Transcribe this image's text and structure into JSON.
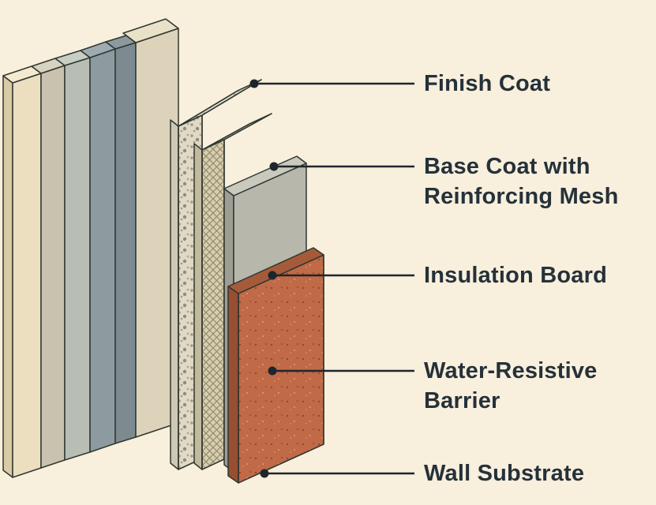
{
  "figure": {
    "type": "exploded-wall-assembly-diagram",
    "labels": {
      "finish_coat": "Finish Coat",
      "base_coat_line1": "Base Coat with",
      "base_coat_line2": "Reinforcing Mesh",
      "insulation_board": "Insulation Board",
      "wrb_line1": "Water-Resistive",
      "wrb_line2": "Barrier",
      "wall_substrate": "Wall Substrate"
    }
  },
  "layers": [
    {
      "name": "substrate-slab-1",
      "color": "#ecdfc0"
    },
    {
      "name": "substrate-slab-2",
      "color": "#c9c2ae"
    },
    {
      "name": "substrate-slab-3",
      "color": "#b9beb4"
    },
    {
      "name": "substrate-slab-4",
      "color": "#8d9aa0"
    },
    {
      "name": "substrate-slab-5",
      "color": "#7d8a8f"
    },
    {
      "name": "substrate-slab-6",
      "color": "#dcd3ba"
    },
    {
      "name": "finish-base-coat-stipple",
      "color": "#e0d9c6"
    },
    {
      "name": "reinforcing-mesh",
      "color": "#d6cdb2"
    },
    {
      "name": "insulation-board-panel",
      "color": "#b8b7ac"
    },
    {
      "name": "water-resistive-barrier-panel",
      "color": "#c06a47"
    }
  ],
  "colors": {
    "background": "#f8efdc",
    "text": "#25313a",
    "leader": "#1d262d",
    "outline": "#2f3730"
  }
}
